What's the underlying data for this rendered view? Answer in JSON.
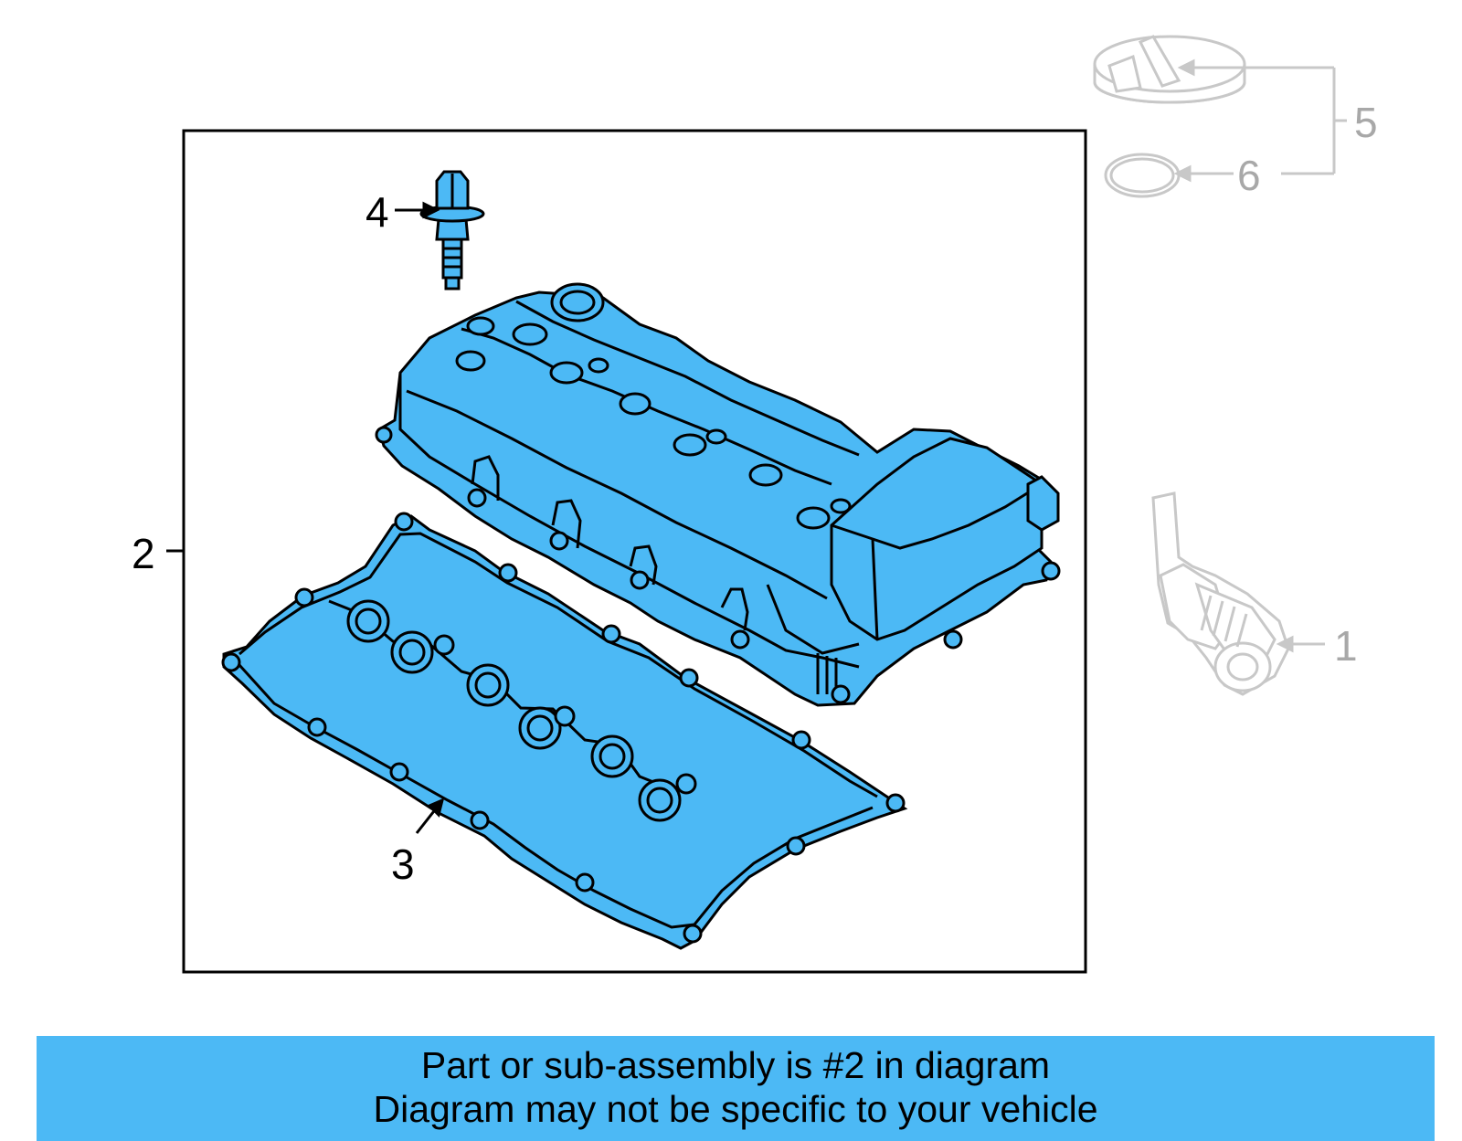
{
  "diagram": {
    "callouts": [
      {
        "id": "1",
        "label": "1",
        "active": false
      },
      {
        "id": "2",
        "label": "2",
        "active": true
      },
      {
        "id": "3",
        "label": "3",
        "active": true
      },
      {
        "id": "4",
        "label": "4",
        "active": true
      },
      {
        "id": "5",
        "label": "5",
        "active": false
      },
      {
        "id": "6",
        "label": "6",
        "active": false
      }
    ],
    "colors": {
      "part_fill": "#4cb9f5",
      "outline": "#000000",
      "inactive_outline": "#c8c8c8",
      "inactive_text": "#a8a8a8"
    }
  },
  "banner": {
    "line1": "Part or sub-assembly is #2 in diagram",
    "line2": "Diagram may not be specific to your vehicle",
    "background": "#4cb9f5"
  }
}
